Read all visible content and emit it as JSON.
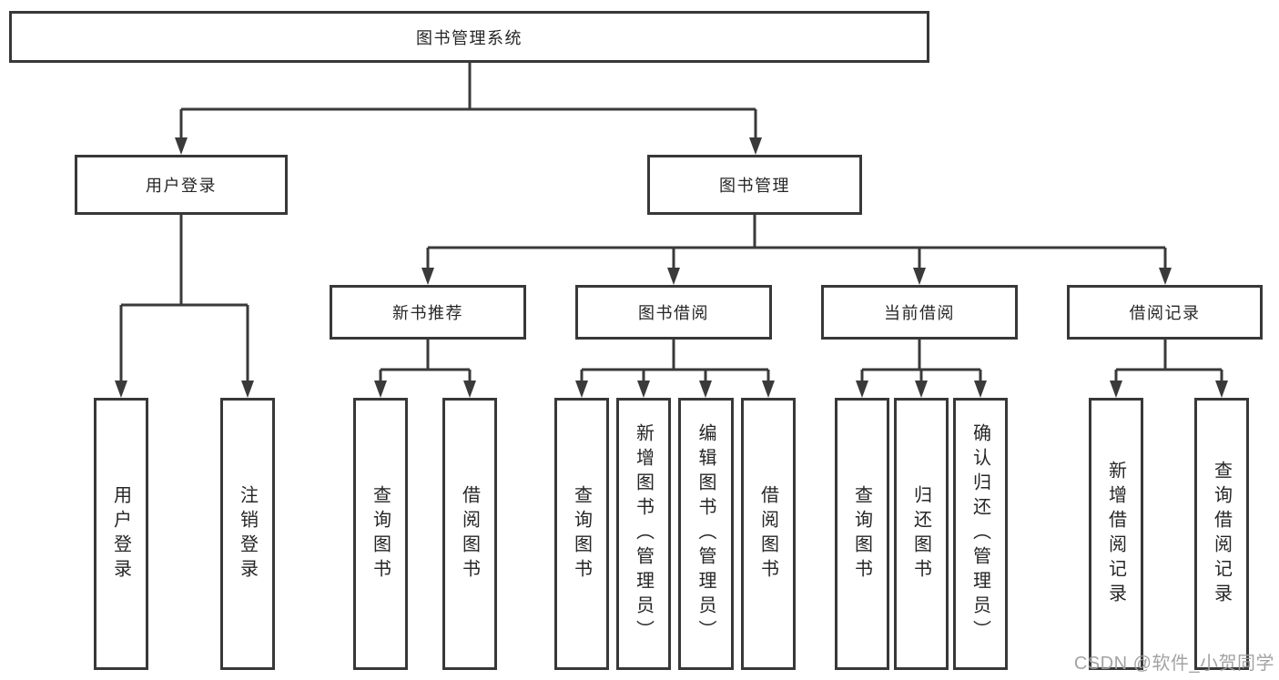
{
  "diagram": {
    "type": "tree",
    "root_label": "图书管理系统",
    "branches": [
      {
        "label": "用户登录",
        "children": [
          {
            "label": "用户登录"
          },
          {
            "label": "注销登录"
          }
        ]
      },
      {
        "label": "图书管理",
        "groups": [
          {
            "label": "新书推荐",
            "children": [
              {
                "label": "查询图书"
              },
              {
                "label": "借阅图书"
              }
            ]
          },
          {
            "label": "图书借阅",
            "children": [
              {
                "label": "查询图书"
              },
              {
                "label": "新增图书（管理员）"
              },
              {
                "label": "编辑图书（管理员）"
              },
              {
                "label": "借阅图书"
              }
            ]
          },
          {
            "label": "当前借阅",
            "children": [
              {
                "label": "查询图书"
              },
              {
                "label": "归还图书"
              },
              {
                "label": "确认归还（管理员）"
              }
            ]
          },
          {
            "label": "借阅记录",
            "children": [
              {
                "label": "新增借阅记录"
              },
              {
                "label": "查询借阅记录"
              }
            ]
          }
        ]
      }
    ]
  },
  "watermark": {
    "text": "CSDN @软件_小贺同学"
  },
  "colors": {
    "background": "#ffffff",
    "box_fill": "#ffffff",
    "box_border": "#383838",
    "connector_line": "#3a3a3a",
    "text": "#262626",
    "watermark": "#9e9e9e"
  }
}
